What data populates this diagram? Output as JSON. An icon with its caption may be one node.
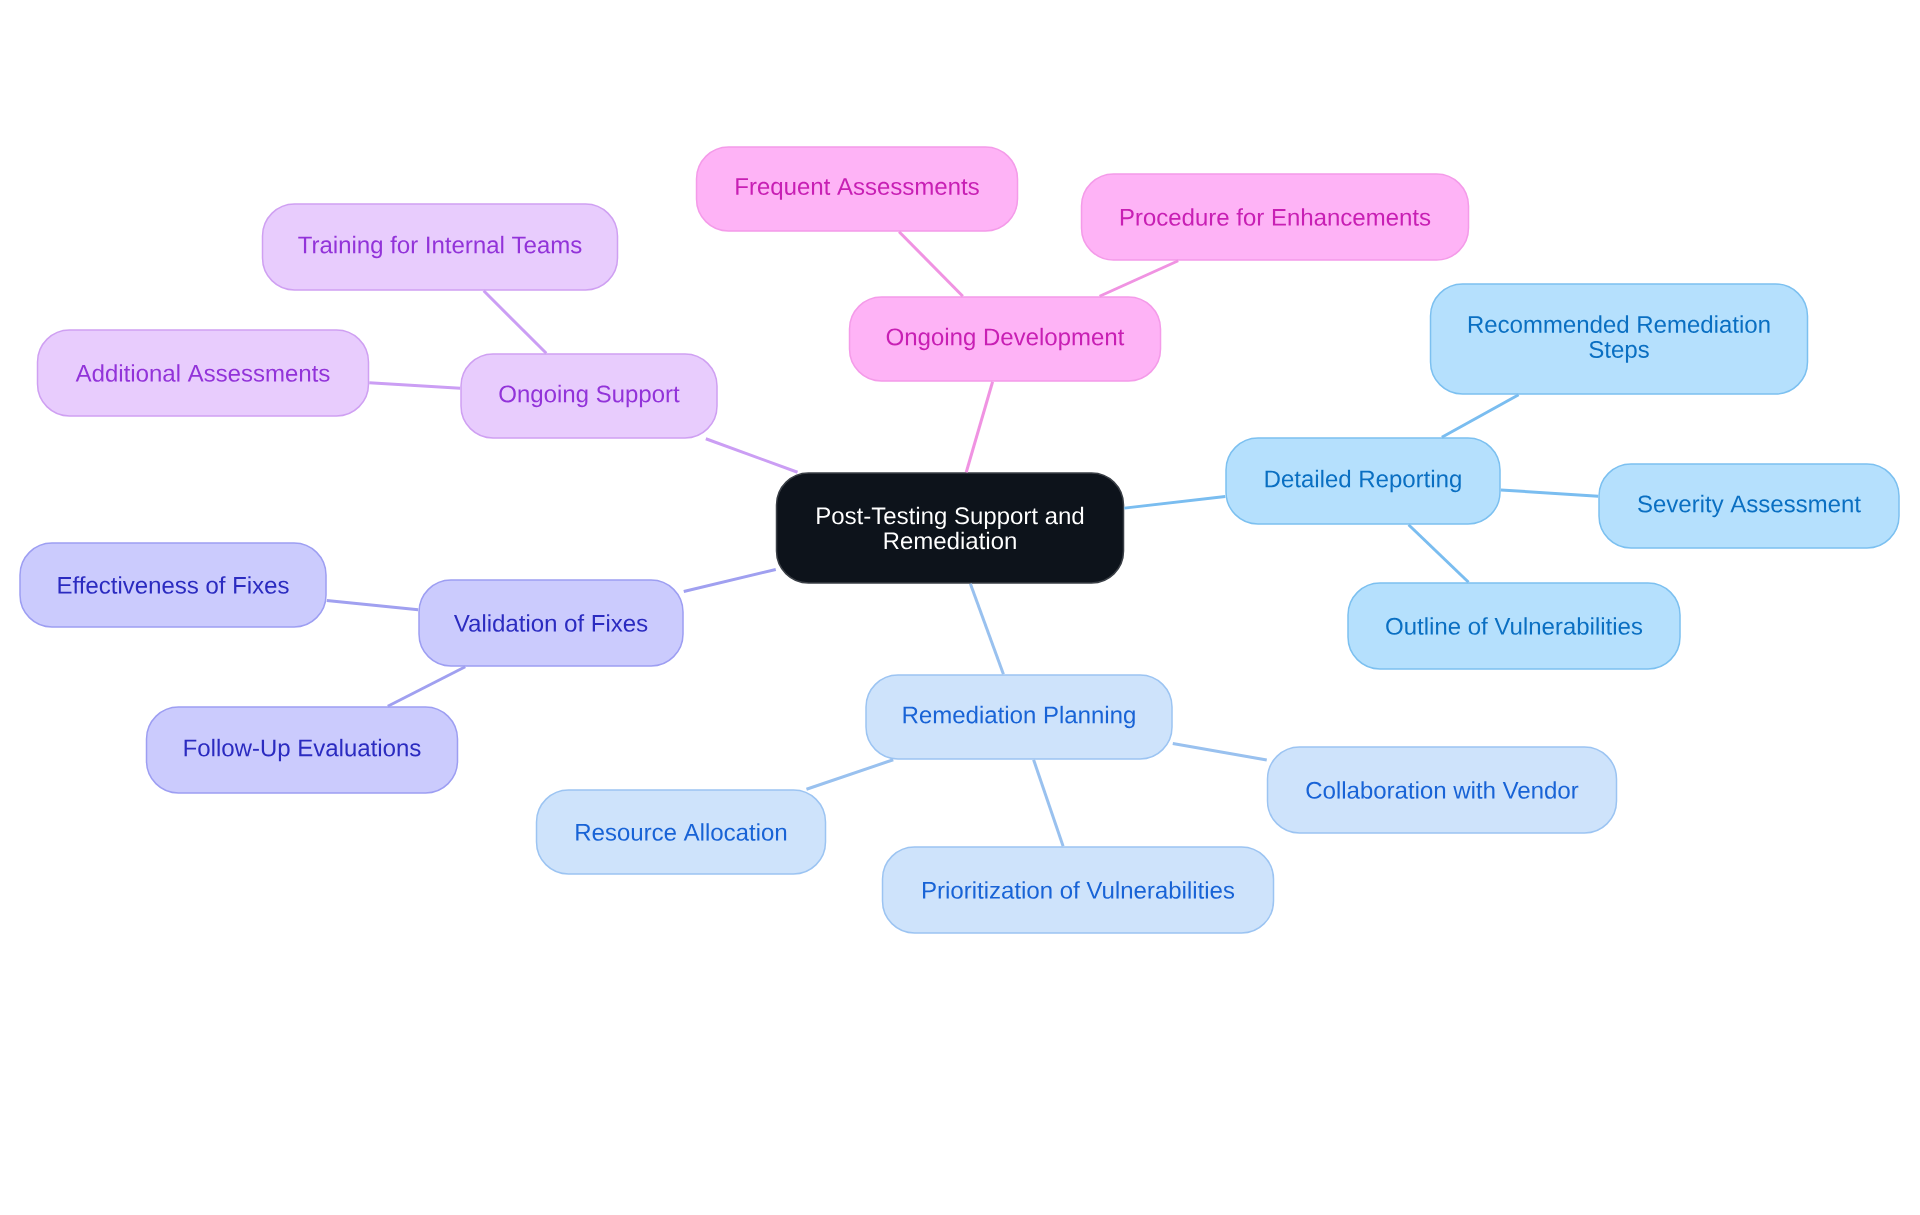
{
  "diagram": {
    "nodes": [
      {
        "text": [
          "Post-Testing Support and Remediation"
        ]
      },
      {
        "text": [
          "Ongoing Development"
        ]
      },
      {
        "text": [
          "Frequent Assessments"
        ]
      },
      {
        "text": [
          "Procedure for Enhancements"
        ]
      },
      {
        "text": [
          "Detailed Reporting"
        ]
      },
      {
        "text": [
          "Recommended Remediation Steps"
        ]
      },
      {
        "text": [
          "Severity Assessment"
        ]
      },
      {
        "text": [
          "Outline of Vulnerabilities"
        ]
      },
      {
        "text": [
          "Remediation Planning"
        ]
      },
      {
        "text": [
          "Collaboration with Vendor"
        ]
      },
      {
        "text": [
          "Prioritization of Vulnerabilities"
        ]
      },
      {
        "text": [
          "Resource Allocation"
        ]
      },
      {
        "text": [
          "Validation of Fixes"
        ]
      },
      {
        "text": [
          "Effectiveness of Fixes"
        ]
      },
      {
        "text": [
          "Follow-Up Evaluations"
        ]
      },
      {
        "text": [
          "Ongoing Support"
        ]
      },
      {
        "text": [
          "Training for Internal Teams"
        ]
      },
      {
        "text": [
          "Additional Assessments"
        ]
      }
    ],
    "edges": [
      {
        "from": 0,
        "to": 1,
        "arrow": "none",
        "color": "#f093e2"
      },
      {
        "from": 1,
        "to": 2,
        "arrow": "none",
        "color": "#f093e2"
      },
      {
        "from": 1,
        "to": 3,
        "arrow": "none",
        "color": "#f093e2"
      },
      {
        "from": 0,
        "to": 4,
        "arrow": "none",
        "color": "#7abdf0"
      },
      {
        "from": 4,
        "to": 5,
        "arrow": "none",
        "color": "#7abdf0"
      },
      {
        "from": 4,
        "to": 6,
        "arrow": "none",
        "color": "#7abdf0"
      },
      {
        "from": 4,
        "to": 7,
        "arrow": "none",
        "color": "#7abdf0"
      },
      {
        "from": 0,
        "to": 8,
        "arrow": "none",
        "color": "#99c1ef"
      },
      {
        "from": 8,
        "to": 9,
        "arrow": "none",
        "color": "#99c1ef"
      },
      {
        "from": 8,
        "to": 10,
        "arrow": "none",
        "color": "#99c1ef"
      },
      {
        "from": 8,
        "to": 11,
        "arrow": "none",
        "color": "#99c1ef"
      },
      {
        "from": 0,
        "to": 12,
        "arrow": "none",
        "color": "#a0a0f0"
      },
      {
        "from": 12,
        "to": 13,
        "arrow": "none",
        "color": "#a0a0f0"
      },
      {
        "from": 12,
        "to": 14,
        "arrow": "none",
        "color": "#a0a0f0"
      },
      {
        "from": 0,
        "to": 15,
        "arrow": "none",
        "color": "#cb9ef4"
      },
      {
        "from": 15,
        "to": 16,
        "arrow": "none",
        "color": "#cb9ef4"
      },
      {
        "from": 15,
        "to": 17,
        "arrow": "none",
        "color": "#cb9ef4"
      }
    ]
  }
}
